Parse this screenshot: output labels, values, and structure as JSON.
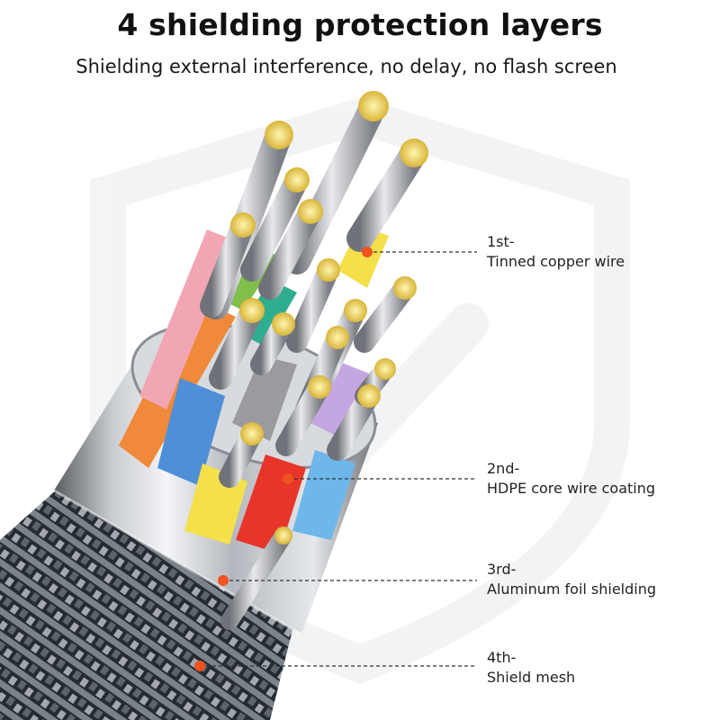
{
  "header": {
    "title": "4 shielding protection layers",
    "subtitle": "Shielding external interference, no delay, no flash screen"
  },
  "layers": [
    {
      "ordinal": "1st-",
      "name": "Tinned copper wire"
    },
    {
      "ordinal": "2nd-",
      "name": "HDPE core wire coating"
    },
    {
      "ordinal": "3rd-",
      "name": "Aluminum foil shielding"
    },
    {
      "ordinal": "4th-",
      "name": "Shield mesh"
    }
  ],
  "colors": {
    "marker": "#f0531f",
    "wire_jackets": [
      "#f08a3a",
      "#f2a6b4",
      "#7fbf4a",
      "#2fae8f",
      "#4f8fd8",
      "#f4e04a",
      "#e8352a",
      "#6db7ea",
      "#9a9aa0",
      "#c4a6e0"
    ]
  }
}
